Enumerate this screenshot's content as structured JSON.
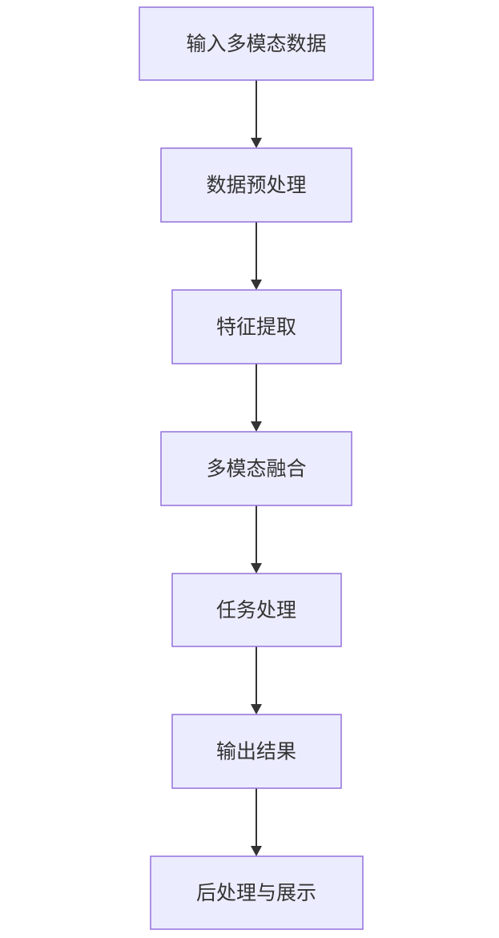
{
  "nodes": [
    {
      "id": "input",
      "label": "输入多模态数据"
    },
    {
      "id": "preprocess",
      "label": "数据预处理"
    },
    {
      "id": "features",
      "label": "特征提取"
    },
    {
      "id": "fusion",
      "label": "多模态融合"
    },
    {
      "id": "task",
      "label": "任务处理"
    },
    {
      "id": "output",
      "label": "输出结果"
    },
    {
      "id": "postprocess",
      "label": "后处理与展示"
    }
  ],
  "edges": [
    {
      "from": "input",
      "to": "preprocess"
    },
    {
      "from": "preprocess",
      "to": "features"
    },
    {
      "from": "features",
      "to": "fusion"
    },
    {
      "from": "fusion",
      "to": "task"
    },
    {
      "from": "task",
      "to": "output"
    },
    {
      "from": "output",
      "to": "postprocess"
    }
  ]
}
